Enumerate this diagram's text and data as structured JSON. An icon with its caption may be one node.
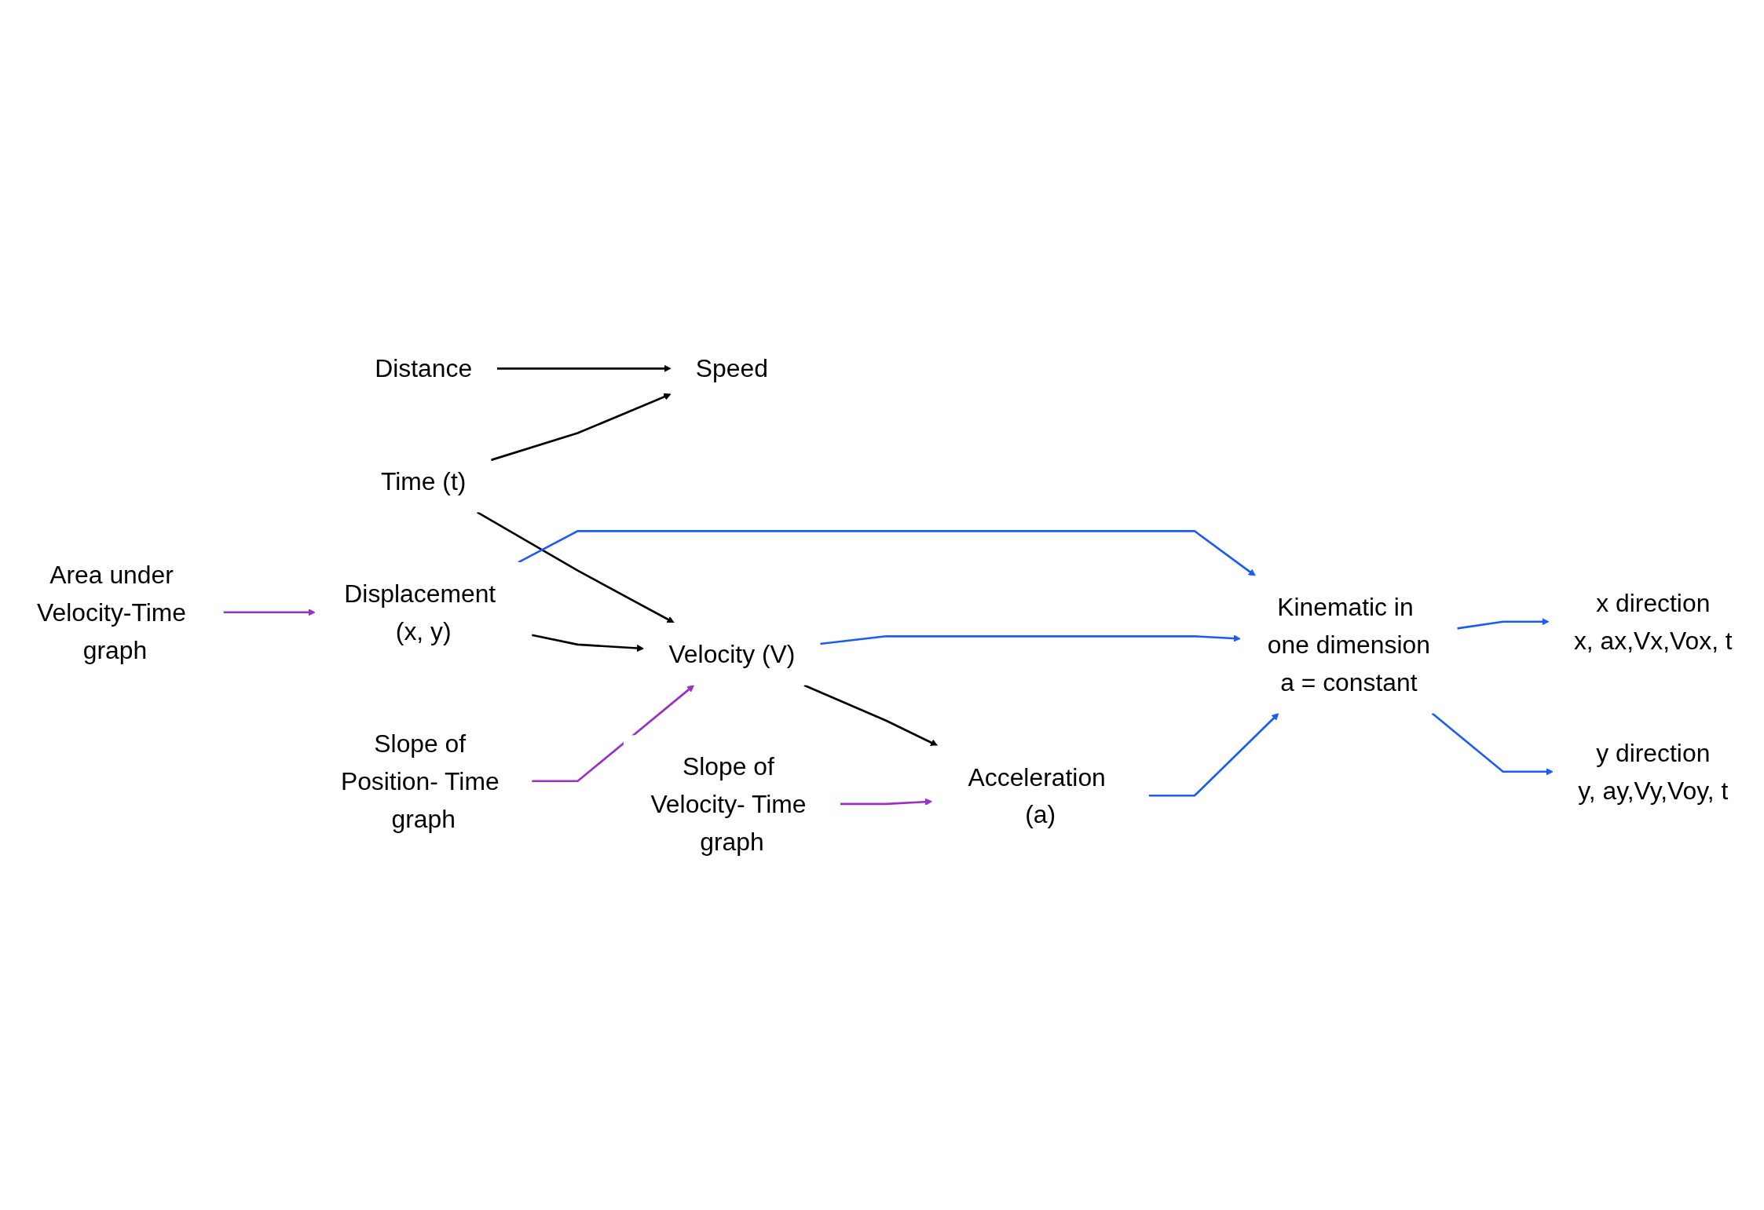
{
  "diagram": {
    "nodes": [
      {
        "text": [
          "Speed"
        ]
      },
      {
        "text": [
          "Distance"
        ]
      },
      {
        "text": [
          "Time (t)"
        ]
      },
      {
        "text": [
          "Area under Velocity-Time graph"
        ]
      },
      {
        "text": [
          "Displacement (x, y)"
        ]
      },
      {
        "text": [
          "x direction",
          "x, ax,Vx,Vox, t"
        ]
      },
      {
        "text": [
          "Slope of Position- Time graph"
        ]
      },
      {
        "text": [
          "Velocity (V)"
        ]
      },
      {
        "text": [
          "Kinematic in one dimension",
          "a = constant"
        ]
      },
      {
        "text": [
          "Acceleration (a)"
        ]
      },
      {
        "text": [
          "y direction",
          "y, ay,Vy,Voy, t"
        ]
      },
      {
        "text": [
          "Slope of Velocity- Time graph"
        ]
      }
    ],
    "edges": [
      {
        "from": 1,
        "to": 0,
        "arrow": "to"
      },
      {
        "from": 2,
        "to": 0,
        "arrow": "to"
      },
      {
        "from": 3,
        "to": 4,
        "arrow": "to",
        "color": "#9b30c8"
      },
      {
        "from": 2,
        "to": 7,
        "arrow": "to"
      },
      {
        "from": 4,
        "to": 7,
        "arrow": "to"
      },
      {
        "from": 6,
        "to": 7,
        "arrow": "to",
        "color": "#9b30c8"
      },
      {
        "from": 7,
        "to": 9,
        "arrow": "to"
      },
      {
        "from": 11,
        "to": 9,
        "arrow": "to",
        "color": "#9b30c8"
      },
      {
        "from": 4,
        "to": 8,
        "arrow": "to",
        "color": "#1a5cf5"
      },
      {
        "from": 7,
        "to": 8,
        "arrow": "to",
        "color": "#1a5cf5"
      },
      {
        "from": 9,
        "to": 8,
        "arrow": "to",
        "color": "#1a5cf5"
      },
      {
        "from": 8,
        "to": 5,
        "arrow": "to",
        "color": "#1a5cf5"
      },
      {
        "from": 8,
        "to": 10,
        "arrow": "to",
        "color": "#1a5cf5"
      }
    ]
  }
}
